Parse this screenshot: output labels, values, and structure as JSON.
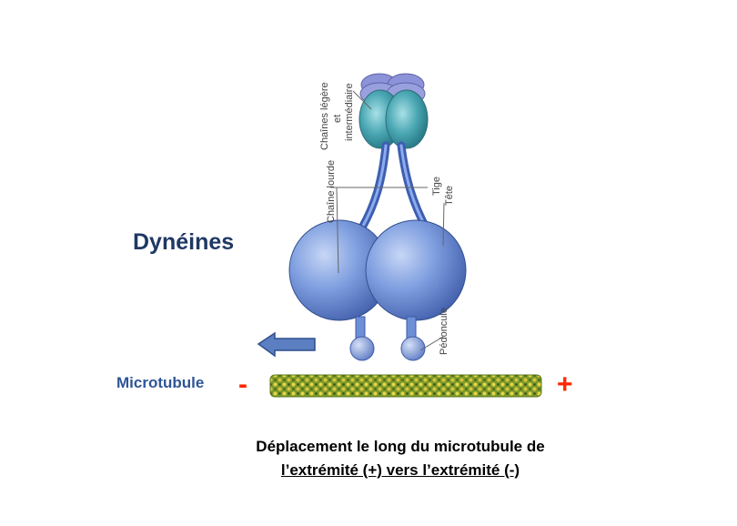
{
  "title": "Dynéines",
  "microtubule": {
    "label": "Microtubule",
    "minus_end": "-",
    "plus_end": "+"
  },
  "labels": {
    "light_chains": "Chaînes légère",
    "light_chains_2": "et",
    "light_chains_3": "intermédiaire",
    "heavy_chain": "Chaîne lourde",
    "stalk": "Tige",
    "head": "Tête",
    "peduncle": "Pédoncule"
  },
  "caption": {
    "line1": "Déplacement le long du microtubule de",
    "line2": "l’extrémité (+) vers l’extrémité (-)"
  },
  "colors": {
    "title": "#1f3864",
    "microtubule_label": "#2f5597",
    "signs": "#ff2600",
    "protein_blue": "#7a98d8",
    "protein_teal": "#3b9aa8",
    "microtubule_green": "#6b8e23",
    "microtubule_yellow": "#e8d34a",
    "arrow": "#5b7fc0"
  }
}
